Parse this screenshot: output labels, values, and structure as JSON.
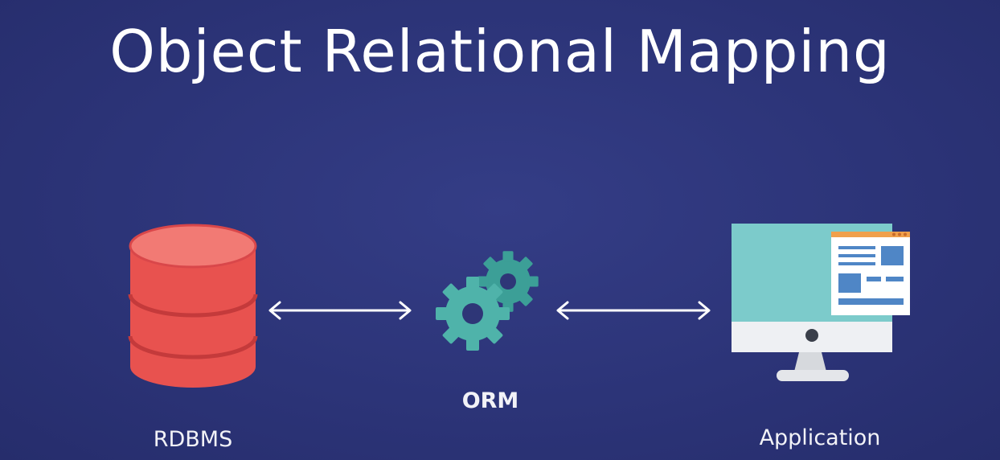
{
  "title": "Object Relational Mapping",
  "nodes": {
    "database": {
      "label": "RDBMS",
      "icon": "database-icon"
    },
    "orm": {
      "label": "ORM",
      "icon": "gears-icon"
    },
    "application": {
      "label": "Application",
      "icon": "monitor-icon"
    }
  },
  "connectors": [
    {
      "from": "database",
      "to": "orm",
      "style": "bidirectional-arrow"
    },
    {
      "from": "orm",
      "to": "application",
      "style": "bidirectional-arrow"
    }
  ],
  "colors": {
    "background": "#2c3478",
    "text": "#ffffff",
    "database": "#e8524f",
    "gear": "#4fb3aa",
    "screen": "#7ccbcb",
    "accent": "#f0a04b"
  }
}
